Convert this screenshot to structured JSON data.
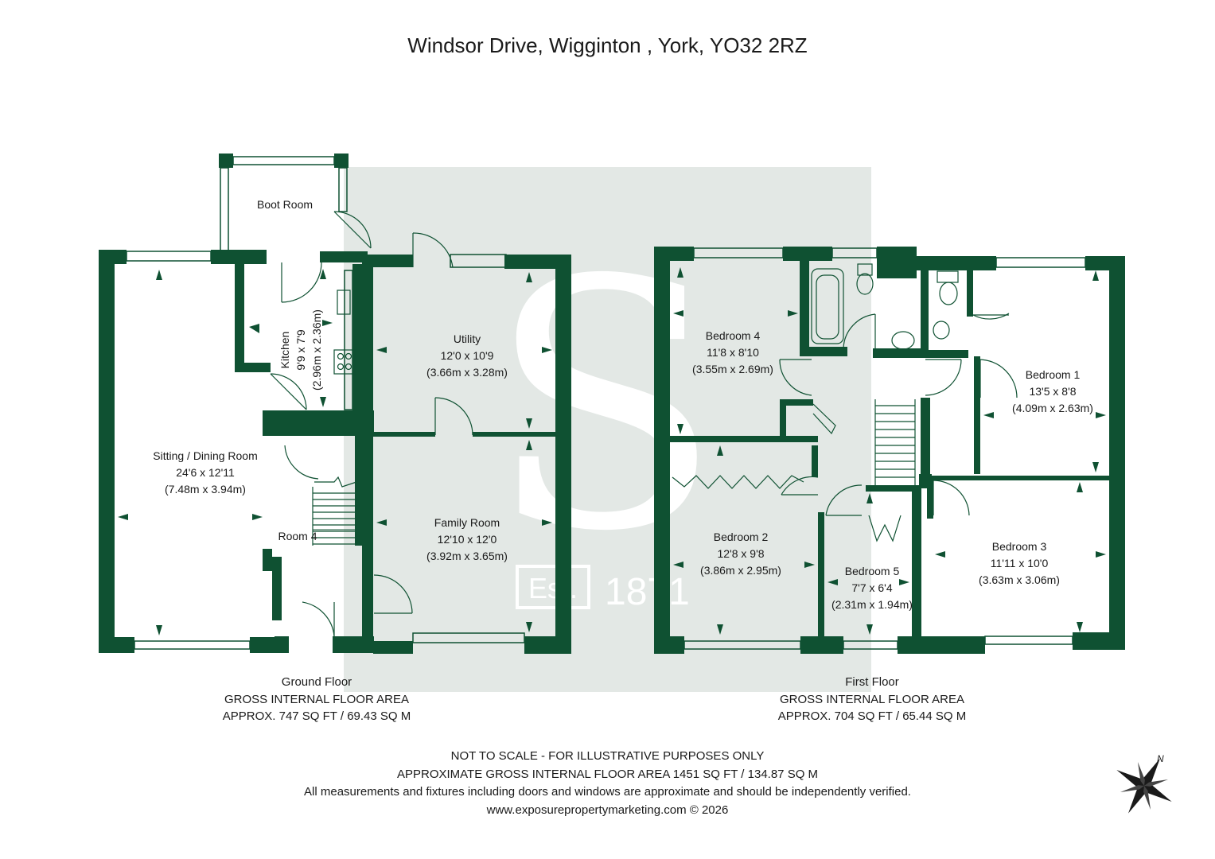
{
  "title": "Windsor Drive, Wigginton , York, YO32 2RZ",
  "colors": {
    "wall": "#0f5132",
    "watermark": "#e2e8e4",
    "line": "#1f6b45"
  },
  "watermark": {
    "letter": "S",
    "est": "Est.",
    "year": "1871"
  },
  "rooms": {
    "boot_room": {
      "name": "Boot Room"
    },
    "kitchen": {
      "name": "Kitchen",
      "imperial": "9'9 x 7'9",
      "metric": "(2.96m x 2.36m)"
    },
    "utility": {
      "name": "Utility",
      "imperial": "12'0 x 10'9",
      "metric": "(3.66m x 3.28m)"
    },
    "sitting": {
      "name": "Sitting / Dining Room",
      "imperial": "24'6 x 12'11",
      "metric": "(7.48m x 3.94m)"
    },
    "family": {
      "name": "Family Room",
      "imperial": "12'10 x 12'0",
      "metric": "(3.92m x 3.65m)"
    },
    "room4": {
      "name": "Room 4"
    },
    "bedroom4": {
      "name": "Bedroom 4",
      "imperial": "11'8 x 8'10",
      "metric": "(3.55m x 2.69m)"
    },
    "bedroom1": {
      "name": "Bedroom 1",
      "imperial": "13'5 x 8'8",
      "metric": "(4.09m x 2.63m)"
    },
    "bedroom2": {
      "name": "Bedroom 2",
      "imperial": "12'8 x 9'8",
      "metric": "(3.86m x 2.95m)"
    },
    "bedroom5": {
      "name": "Bedroom 5",
      "imperial": "7'7 x 6'4",
      "metric": "(2.31m x 1.94m)"
    },
    "bedroom3": {
      "name": "Bedroom 3",
      "imperial": "11'11 x 10'0",
      "metric": "(3.63m x 3.06m)"
    }
  },
  "ground_floor": {
    "label": "Ground Floor",
    "area_label": "GROSS INTERNAL FLOOR AREA",
    "area": "APPROX. 747 SQ FT / 69.43 SQ M"
  },
  "first_floor": {
    "label": "First Floor",
    "area_label": "GROSS INTERNAL FLOOR AREA",
    "area": "APPROX. 704 SQ FT / 65.44 SQ M"
  },
  "footer": {
    "line1": "NOT TO SCALE - FOR ILLUSTRATIVE PURPOSES ONLY",
    "line2": "APPROXIMATE GROSS INTERNAL FLOOR AREA 1451 SQ FT / 134.87 SQ M",
    "line3": "All measurements and fixtures including doors and windows are approximate and should be independently verified.",
    "line4": "www.exposurepropertymarketing.com © 2026"
  },
  "compass": {
    "north": "N",
    "icon": "compass-icon"
  }
}
